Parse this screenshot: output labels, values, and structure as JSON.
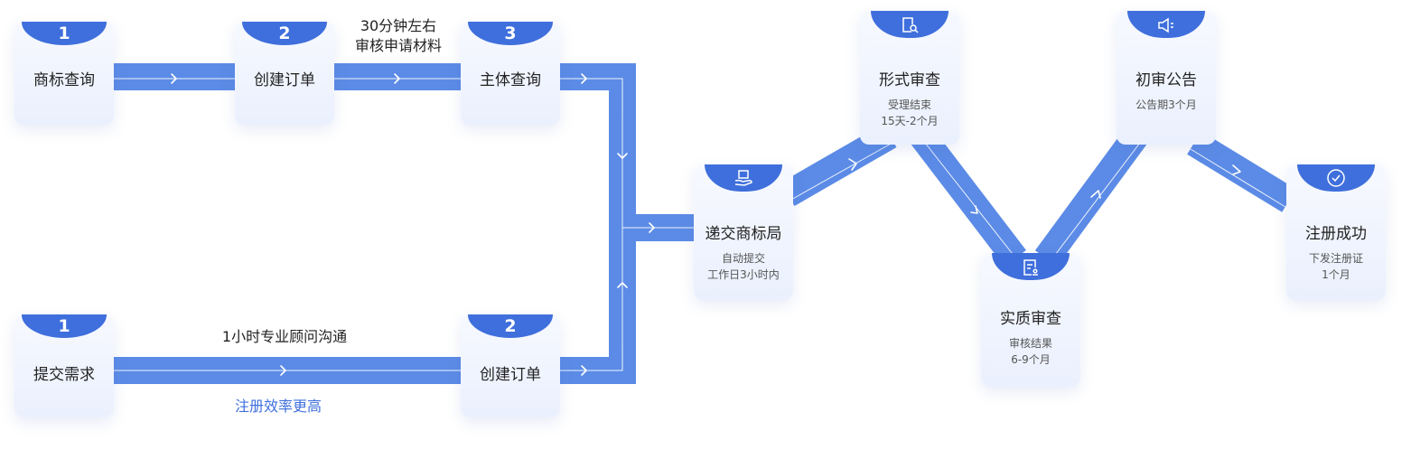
{
  "top_row": {
    "step1": {
      "num": "1",
      "label": "商标查询"
    },
    "step2": {
      "num": "2",
      "label": "创建订单"
    },
    "step3": {
      "num": "3",
      "label": "主体查询"
    },
    "note_line1": "30分钟左右",
    "note_line2": "审核申请材料"
  },
  "bottom_row": {
    "step1": {
      "num": "1",
      "label": "提交需求"
    },
    "step2": {
      "num": "2",
      "label": "创建订单"
    },
    "note_top": "1小时专业顾问沟通",
    "note_bottom": "注册效率更高"
  },
  "stages": {
    "submit": {
      "icon": "hand-document-icon",
      "title": "递交商标局",
      "line1": "自动提交",
      "line2": "工作日3小时内"
    },
    "formal": {
      "icon": "document-search-icon",
      "title": "形式审查",
      "line1": "受理结束",
      "line2": "15天-2个月"
    },
    "substantive": {
      "icon": "document-stamp-icon",
      "title": "实质审查",
      "line1": "审核结果",
      "line2": "6-9个月"
    },
    "announce": {
      "icon": "megaphone-icon",
      "title": "初审公告",
      "line1": "公告期3个月"
    },
    "success": {
      "icon": "check-circle-icon",
      "title": "注册成功",
      "line1": "下发注册证",
      "line2": "1个月"
    }
  },
  "colors": {
    "accent": "#3f6fdc",
    "band": "#5b8be6",
    "accent_text": "#3f6fdc"
  }
}
